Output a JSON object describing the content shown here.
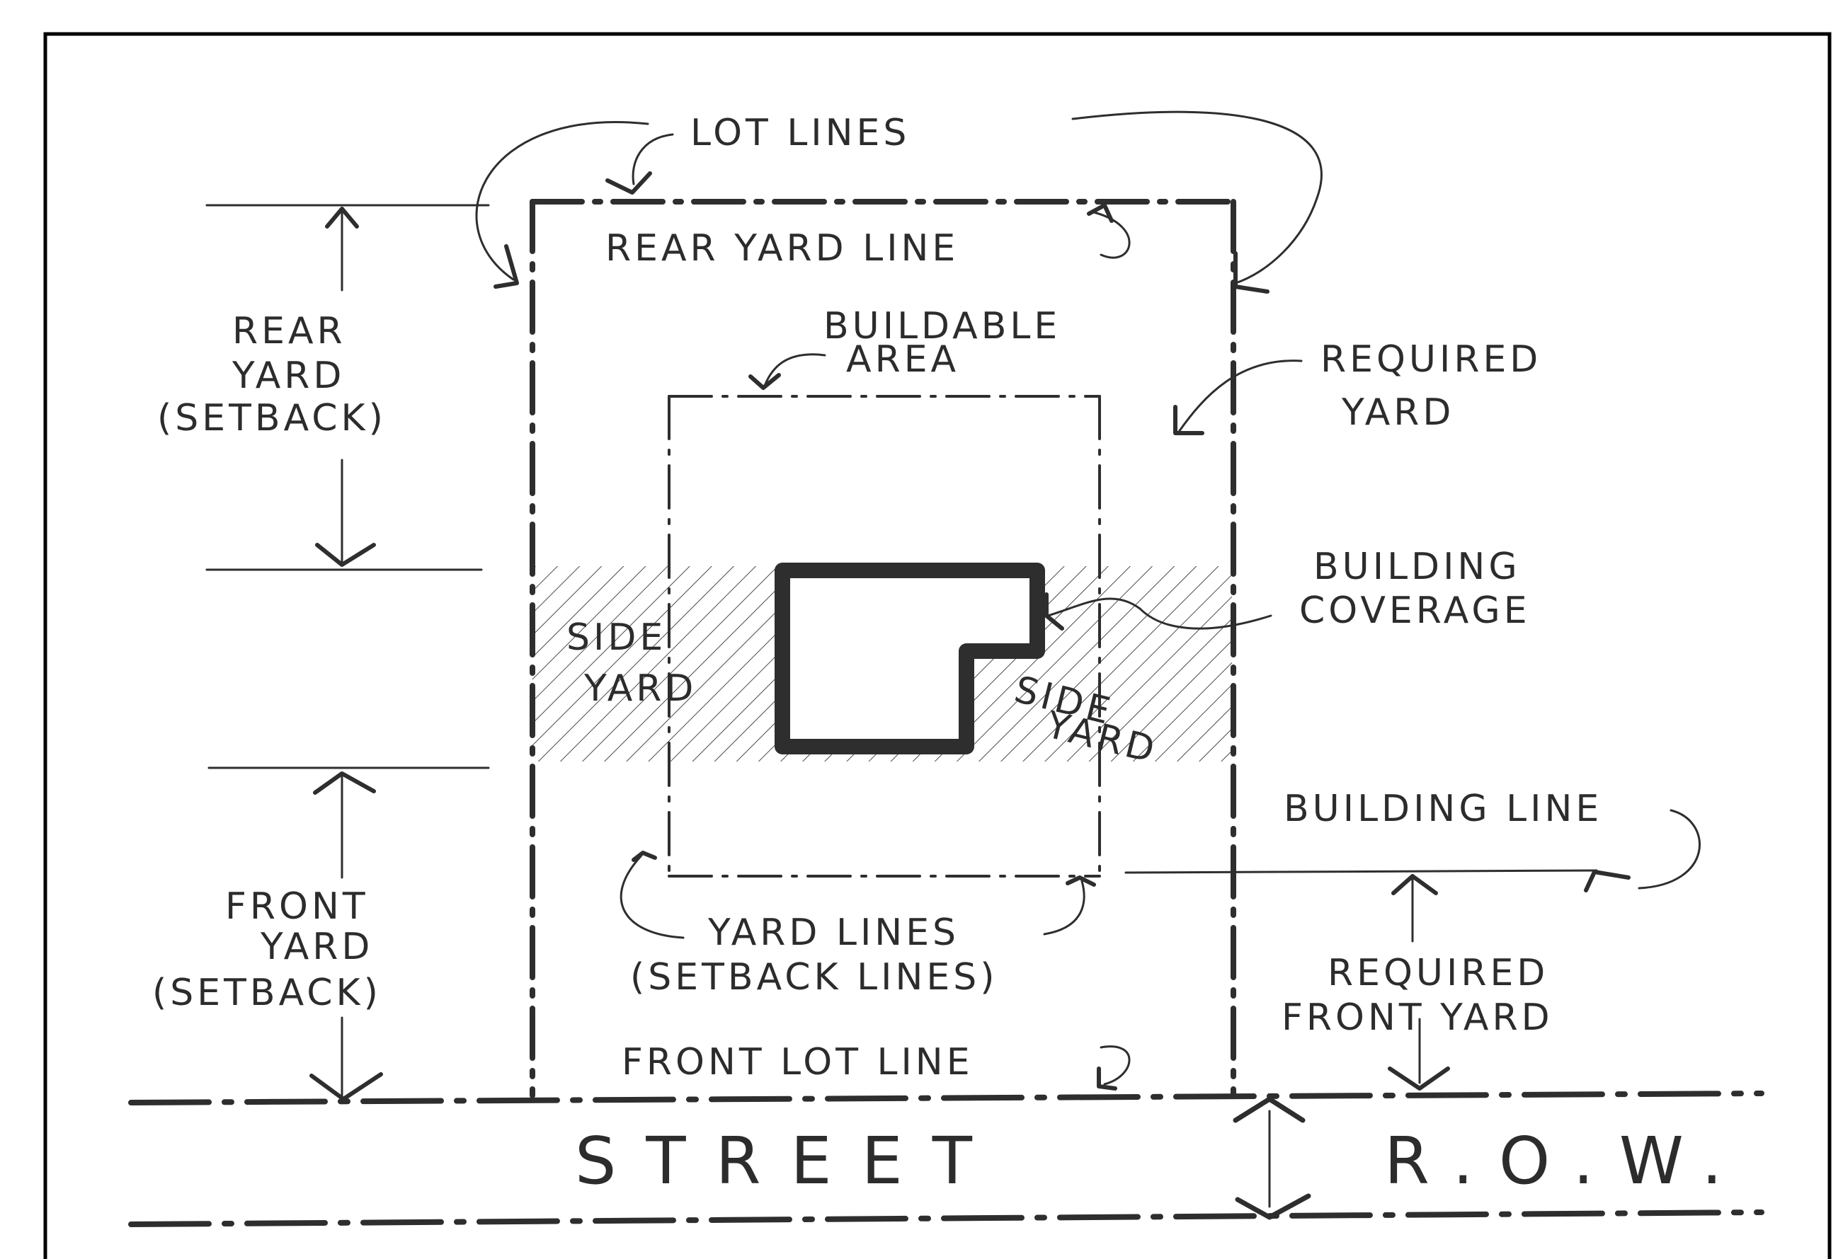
{
  "labels": {
    "lot_lines": "LOT LINES",
    "rear_yard_line": "REAR YARD LINE",
    "buildable_area_1": "BUILDABLE",
    "buildable_area_2": "AREA",
    "required_yard_1": "REQUIRED",
    "required_yard_2": "YARD",
    "rear_yard_1": "REAR",
    "rear_yard_2": "YARD",
    "rear_yard_3": "(SETBACK)",
    "building_coverage_1": "BUILDING",
    "building_coverage_2": "COVERAGE",
    "side_yard_left_1": "SIDE",
    "side_yard_left_2": "YARD",
    "side_yard_right_1": "SIDE",
    "side_yard_right_2": "YARD",
    "building_line": "BUILDING LINE",
    "front_yard_1": "FRONT",
    "front_yard_2": "YARD",
    "front_yard_3": "(SETBACK)",
    "yard_lines_1": "YARD LINES",
    "yard_lines_2": "(SETBACK LINES)",
    "required_front_yard_1": "REQUIRED",
    "required_front_yard_2": "FRONT YARD",
    "front_lot_line": "FRONT LOT LINE",
    "street": "STREET",
    "row": "R.O.W."
  },
  "colors": {
    "ink": "#2e2e2e",
    "paper": "#ffffff",
    "frame": "#000000"
  }
}
